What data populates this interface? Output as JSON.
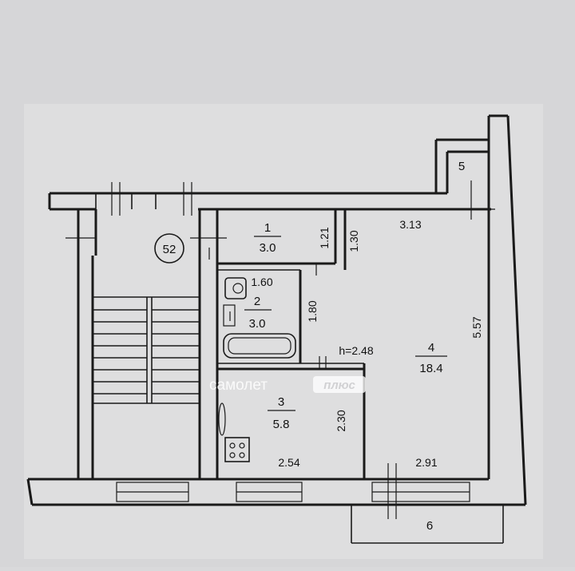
{
  "plan": {
    "apartment_number": "52",
    "rooms": [
      {
        "number": "1",
        "area": "3.0"
      },
      {
        "number": "2",
        "area": "3.0"
      },
      {
        "number": "3",
        "area": "5.8"
      },
      {
        "number": "4",
        "area": "18.4"
      },
      {
        "number": "5"
      },
      {
        "number": "6"
      }
    ],
    "dimensions": {
      "d_3_13": "3.13",
      "d_1_21": "1.21",
      "d_1_30": "1.30",
      "d_1_60": "1.60",
      "d_1_80": "1.80",
      "d_5_57": "5.57",
      "d_2_30": "2.30",
      "d_2_54": "2.54",
      "d_2_91": "2.91"
    },
    "ceiling_height": "h=2.48",
    "watermark": {
      "brand": "самолет",
      "suffix": "плюс"
    }
  }
}
